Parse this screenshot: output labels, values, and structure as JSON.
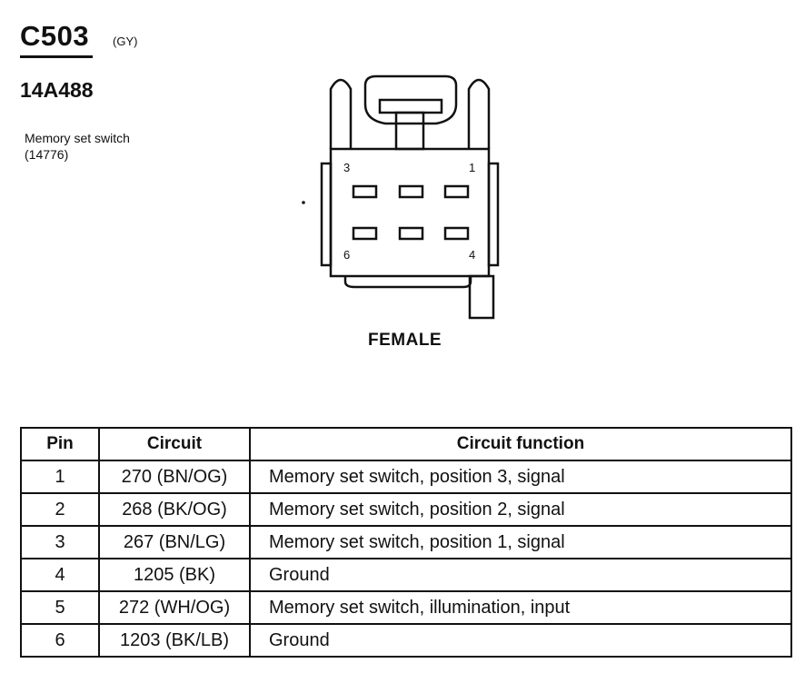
{
  "connector": {
    "id": "C503",
    "color_code": "(GY)",
    "part_number": "14A488",
    "component_name": "Memory set switch",
    "component_number": "(14776)",
    "gender": "FEMALE"
  },
  "pin_labels": {
    "top_left": "3",
    "top_right": "1",
    "bottom_left": "6",
    "bottom_right": "4"
  },
  "table": {
    "headers": {
      "pin": "Pin",
      "circuit": "Circuit",
      "function": "Circuit function"
    },
    "rows": [
      {
        "pin": "1",
        "circuit": "270 (BN/OG)",
        "function": "Memory set switch, position 3, signal"
      },
      {
        "pin": "2",
        "circuit": "268 (BK/OG)",
        "function": "Memory set switch, position 2, signal"
      },
      {
        "pin": "3",
        "circuit": "267 (BN/LG)",
        "function": "Memory set switch, position 1, signal"
      },
      {
        "pin": "4",
        "circuit": "1205 (BK)",
        "function": "Ground"
      },
      {
        "pin": "5",
        "circuit": "272 (WH/OG)",
        "function": "Memory set switch, illumination, input"
      },
      {
        "pin": "6",
        "circuit": "1203 (BK/LB)",
        "function": "Ground"
      }
    ]
  }
}
